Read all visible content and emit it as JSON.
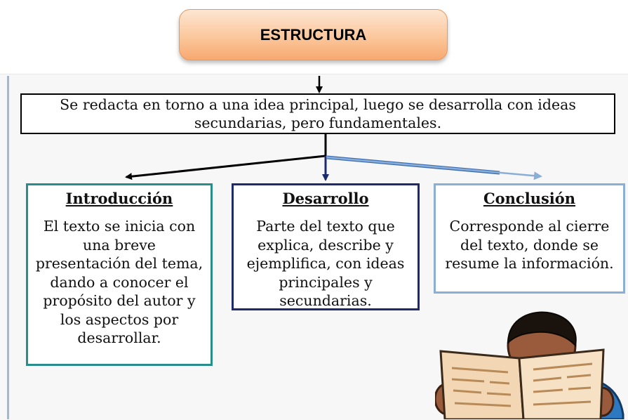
{
  "title": "ESTRUCTURA",
  "main_text": "Se redacta en torno a una idea principal, luego se desarrolla con ideas secundarias, pero fundamentales.",
  "cards": [
    {
      "title": "Introducción",
      "body": "El texto se inicia con una breve presentación del tema, dando a conocer el propósito del autor y los aspectos por desarrollar.",
      "border_color": "#2a8d8d"
    },
    {
      "title": "Desarrollo",
      "body": "Parte del texto que explica, describe y ejemplifica, con ideas principales y secundarias.",
      "border_color": "#1d2a6b"
    },
    {
      "title": "Conclusión",
      "body": "Corresponde al cierre del texto, donde se resume la información.",
      "border_color": "#8aaed6"
    }
  ],
  "colors": {
    "title_fill": "#fbc79c",
    "title_border": "#e69a5c",
    "arrow_black": "#000000",
    "arrow_navy": "#1d2a6b",
    "arrow_light_blue": "#8aaed6"
  },
  "illustration": "person-reading-newspaper-icon"
}
